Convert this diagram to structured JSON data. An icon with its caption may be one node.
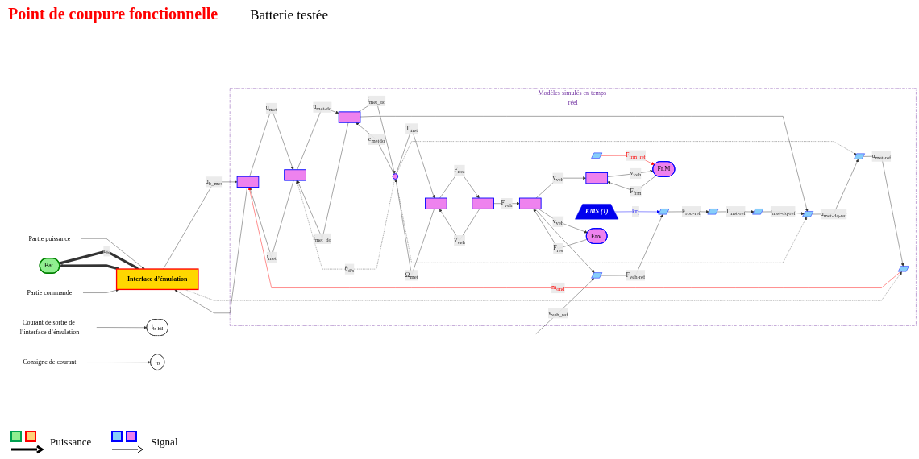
{
  "diagram": {
    "nodes": [
      {
        "text": [
          "Bat."
        ]
      },
      {
        "text": [
          "Interface d’émulation"
        ]
      },
      {
        "text": [
          "i$_{b-hil}$"
        ]
      },
      {
        "text": [
          "i$_{b}$"
        ]
      },
      {
        "text": [
          "Partie puissance"
        ]
      },
      {
        "text": [
          "Partie commande"
        ]
      },
      {
        "text": [
          "Courant de sortie de l’interface d’émulation"
        ]
      },
      {
        "text": [
          "Consigne de courant"
        ]
      },
      {
        "text": [
          "Modèles simulés en temps réel"
        ]
      },
      {
        "text": [],
        "shape": "box",
        "in": 8
      },
      {
        "text": [],
        "shape": "box",
        "in": 8
      },
      {
        "text": [],
        "shape": "box",
        "in": 8
      },
      {
        "text": [],
        "shape": "circle",
        "in": 8
      },
      {
        "text": [],
        "shape": "box",
        "in": 8
      },
      {
        "text": [],
        "shape": "box",
        "in": 8
      },
      {
        "text": [],
        "shape": "box",
        "in": 8
      },
      {
        "text": [],
        "shape": "box",
        "in": 8
      },
      {
        "text": [
          "Env."
        ],
        "in": 8
      },
      {
        "text": [
          "Fr.M"
        ],
        "in": 8
      },
      {
        "text": [],
        "shape": "parallelogram",
        "in": 8
      },
      {
        "text": [],
        "shape": "parallelogram",
        "in": 8
      },
      {
        "text": [],
        "shape": "parallelogram",
        "in": 8
      },
      {
        "text": [],
        "shape": "parallelogram",
        "in": 8
      },
      {
        "text": [],
        "shape": "parallelogram",
        "in": 8
      },
      {
        "text": [],
        "shape": "parallelogram",
        "in": 8
      },
      {
        "text": [],
        "shape": "parallelogram",
        "in": 8
      },
      {
        "text": [],
        "shape": "parallelogram",
        "in": 8
      },
      {
        "text": [
          "EMS (1)"
        ],
        "in": 8
      }
    ],
    "edges": [
      {
        "from": 0,
        "to": 1,
        "arrow": "to",
        "label": "u$_{b}$",
        "style": "thick"
      },
      {
        "from": 1,
        "to": 0,
        "arrow": "to",
        "style": "thick"
      },
      {
        "from": 1,
        "to": 9,
        "arrow": "to",
        "label": "u$_{b_mes}$"
      },
      {
        "from": 9,
        "to": 1,
        "arrow": "to"
      },
      {
        "from": 9,
        "to": 10,
        "arrow": "to",
        "label": "u$_{met}$"
      },
      {
        "from": 10,
        "to": 9,
        "arrow": "to",
        "label": "i$_{met}$"
      },
      {
        "from": 10,
        "to": 11,
        "arrow": "to",
        "label": "u$_{met-dq}$"
      },
      {
        "from": 11,
        "to": 10,
        "arrow": "to",
        "label": "i$_{met_dq}$"
      },
      {
        "from": 11,
        "to": 12,
        "arrow": "to",
        "label": "i$_{met_dq}$"
      },
      {
        "from": 12,
        "to": 11,
        "arrow": "to",
        "label": "e$_{metdq}$"
      },
      {
        "from": 12,
        "to": 13,
        "arrow": "to",
        "label": "T$_{met}$"
      },
      {
        "from": 13,
        "to": 12,
        "arrow": "to",
        "label": "Ω$_{met}$"
      },
      {
        "from": 13,
        "to": 14,
        "arrow": "to",
        "label": "F$_{rou}$"
      },
      {
        "from": 14,
        "to": 13,
        "arrow": "to",
        "label": "v$_{veh}$"
      },
      {
        "from": 14,
        "to": 16,
        "arrow": "to",
        "label": "F$_{veh}$"
      },
      {
        "from": 16,
        "to": 15,
        "arrow": "to",
        "label": "v$_{veh}$"
      },
      {
        "from": 16,
        "to": 17,
        "arrow": "to",
        "label": "v$_{veh}$"
      },
      {
        "from": 17,
        "to": 16,
        "arrow": "to",
        "label": "F$_{res}$"
      },
      {
        "from": 18,
        "to": 15,
        "arrow": "to",
        "label": "F$_{frm}$"
      },
      {
        "from": 15,
        "to": 18,
        "arrow": "to",
        "label": "v$_{veh}$"
      },
      {
        "from": 19,
        "to": 9,
        "arrow": "to",
        "label": "m$_{ond}$",
        "color": "#ff0000"
      },
      {
        "from": 12,
        "to": 10,
        "arrow": "to",
        "label": "θ$_{d/s}$",
        "style": "dashed"
      },
      {
        "from": 12,
        "to": 20,
        "arrow": "to",
        "style": "dashed"
      },
      {
        "from": 1,
        "to": 19,
        "arrow": "to",
        "style": "dashed"
      },
      {
        "from": 12,
        "to": 21,
        "arrow": "to",
        "style": "dashed"
      },
      {
        "from": 11,
        "to": 21,
        "arrow": "to"
      },
      {
        "from": 16,
        "to": 26,
        "arrow": "to"
      },
      {
        "from": null,
        "to": 26,
        "arrow": "to",
        "label": "v$_{veh_ref}$"
      },
      {
        "from": 26,
        "to": 25,
        "arrow": "to",
        "label": "F$_{veh-ref}$"
      },
      {
        "from": 25,
        "to": 23,
        "arrow": "to",
        "label": "F$_{rou-ref}$"
      },
      {
        "from": 23,
        "to": 22,
        "arrow": "to",
        "label": "T$_{met-ref}$"
      },
      {
        "from": 22,
        "to": 21,
        "arrow": "to",
        "label": "i$_{met-dq-ref}$"
      },
      {
        "from": 21,
        "to": 20,
        "arrow": "to",
        "label": "u$_{met-dq-ref}$"
      },
      {
        "from": 20,
        "to": 19,
        "arrow": "to",
        "label": "u$_{met-ref}$"
      },
      {
        "from": 24,
        "to": 18,
        "arrow": "to",
        "label": "F$_{frm_ref}$",
        "color": "#ff0000"
      },
      {
        "from": 27,
        "to": 25,
        "arrow": "to",
        "label": "kr$_{f}$",
        "color": "#0000ff"
      },
      {
        "from": 4,
        "to": 1,
        "arrow": "to"
      },
      {
        "from": 5,
        "to": 1,
        "arrow": "to"
      },
      {
        "from": 6,
        "to": 2,
        "arrow": "to"
      },
      {
        "from": 7,
        "to": 3,
        "arrow": "to"
      }
    ],
    "labels": [
      "Point de coupure fonctionnelle",
      "Batterie testée"
    ],
    "legend": [
      {
        "text": "Puissance"
      },
      {
        "text": "Signal"
      }
    ]
  }
}
